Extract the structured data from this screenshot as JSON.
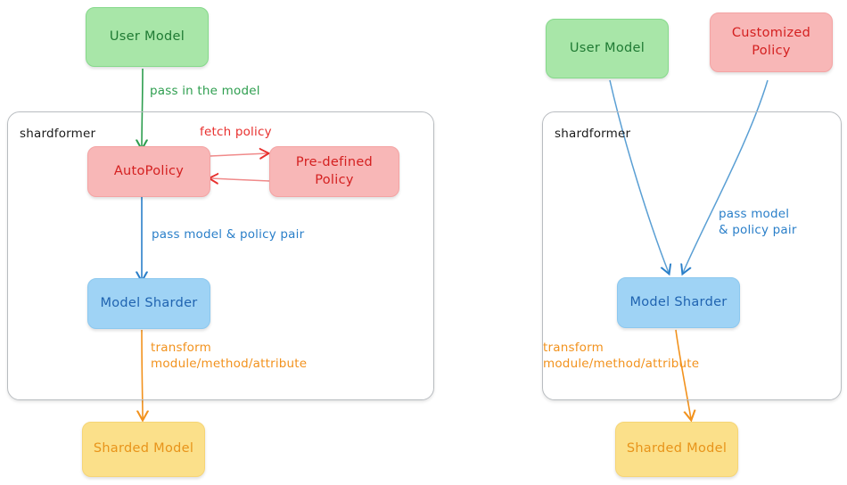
{
  "diagram": {
    "title": "shardformer auto-policy and customized-policy flows",
    "colors": {
      "green_fill": "#a8e6a8",
      "green_text": "#1f7a33",
      "green_line": "#2e9e4f",
      "red_fill": "#f8b7b7",
      "red_text": "#d42020",
      "red_line": "#e8302e",
      "blue_fill": "#9fd3f5",
      "blue_text": "#1f63b0",
      "blue_line": "#2a7fc9",
      "yellow_fill": "#fbe08a",
      "yellow_text": "#e8941a",
      "orange_line": "#f2921d",
      "panel_border": "#b8bcc0"
    }
  },
  "left_flow": {
    "panel_label": "shardformer",
    "nodes": {
      "user_model": "User Model",
      "auto_policy": "AutoPolicy",
      "predefined_policy": "Pre-defined\nPolicy",
      "model_sharder": "Model Sharder",
      "sharded_model": "Sharded Model"
    },
    "edges": {
      "pass_in_the_model": "pass in the model",
      "fetch_policy": "fetch policy",
      "pass_model_policy_pair": "pass model & policy pair",
      "transform": "transform\nmodule/method/attribute"
    }
  },
  "right_flow": {
    "panel_label": "shardformer",
    "nodes": {
      "user_model": "User Model",
      "customized_policy": "Customized\nPolicy",
      "model_sharder": "Model Sharder",
      "sharded_model": "Sharded Model"
    },
    "edges": {
      "pass_model_policy_pair": "pass model\n& policy pair",
      "transform": "transform\nmodule/method/attribute"
    }
  }
}
